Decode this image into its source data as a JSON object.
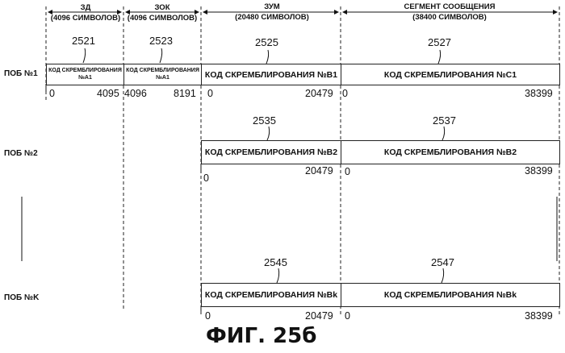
{
  "header": {
    "zd": {
      "line1": "ЗД",
      "line2": "(4096 СИМВОЛОВ)"
    },
    "zok": {
      "line1": "ЗОК",
      "line2": "(4096 СИМВОЛОВ)"
    },
    "zum": {
      "line1": "ЗУМ",
      "line2": "(20480 СИМВОЛОВ)"
    },
    "msg": {
      "line1": "СЕГМЕНТ СООБЩЕНИЯ",
      "line2": "(38400 СИМВОЛОВ)"
    }
  },
  "rows": [
    {
      "label": "ПОБ №1",
      "refs": [
        "2521",
        "2523",
        "2525",
        "2527"
      ],
      "boxes": [
        {
          "line1": "КОД СКРЕМБЛИРОВАНИЯ",
          "line2": "№A1"
        },
        {
          "line1": "КОД СКРЕМБЛИРОВАНИЯ",
          "line2": "№A1"
        },
        {
          "text": "КОД СКРЕМБЛИРОВАНИЯ №B1"
        },
        {
          "text": "КОД СКРЕМБЛИРОВАНИЯ №C1"
        }
      ],
      "ticks": [
        "0",
        "4095",
        "4096",
        "8191",
        "0",
        "20479",
        "0",
        "38399"
      ]
    },
    {
      "label": "ПОБ №2",
      "refs": [
        "2535",
        "2537"
      ],
      "boxes": [
        {
          "text": "КОД СКРЕМБЛИРОВАНИЯ №B2"
        },
        {
          "text": "КОД СКРЕМБЛИРОВАНИЯ №B2"
        }
      ],
      "ticks": [
        "0",
        "20479",
        "0",
        "38399"
      ]
    },
    {
      "label": "ПОБ №K",
      "refs": [
        "2545",
        "2547"
      ],
      "boxes": [
        {
          "text": "КОД СКРЕМБЛИРОВАНИЯ №Bk"
        },
        {
          "text": "КОД СКРЕМБЛИРОВАНИЯ №Bk"
        }
      ],
      "ticks": [
        "0",
        "20479",
        "0",
        "38399"
      ]
    }
  ],
  "caption": "ФИГ. 25б"
}
